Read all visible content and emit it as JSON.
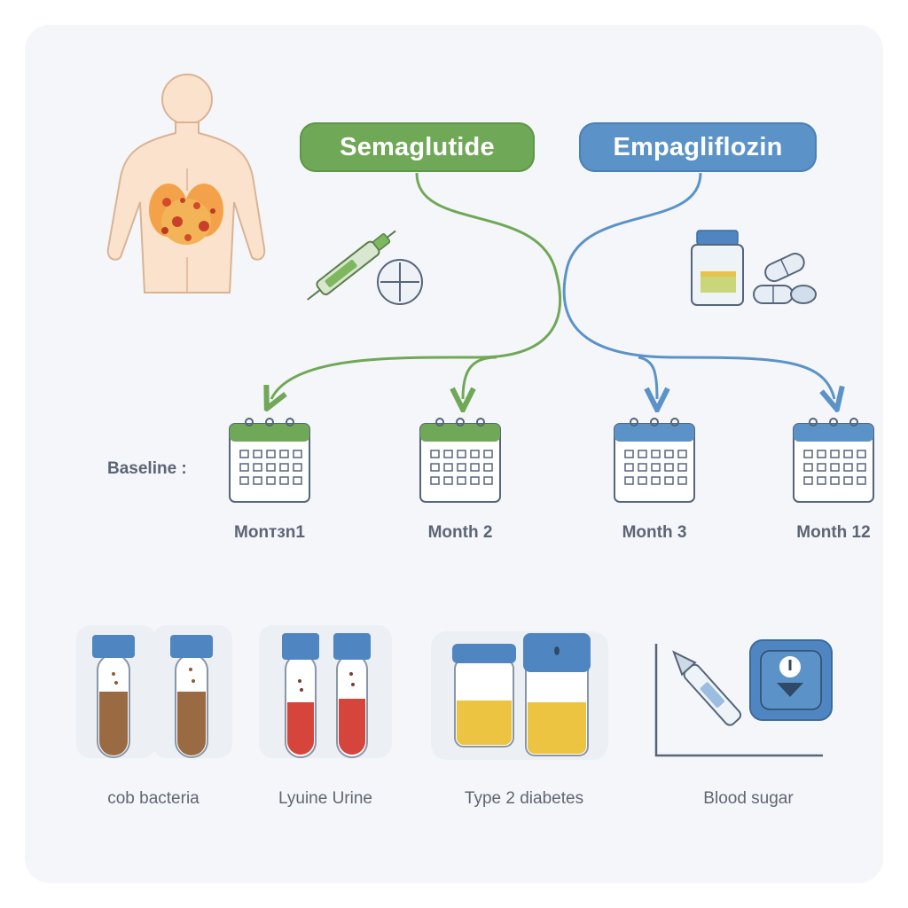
{
  "treatments": [
    {
      "label": "Semaglutide",
      "color": "#6fa856"
    },
    {
      "label": "Empagliflozin",
      "color": "#5b93c9"
    }
  ],
  "timeline": {
    "baseline_label": "Baseline :",
    "points": [
      "Monᴛᴈn1",
      "Month 2",
      "Month 3",
      "Month 12"
    ]
  },
  "samples": [
    {
      "label": "cob bacteria",
      "icon": "stool-tube-icon"
    },
    {
      "label": "Lyuine Urine",
      "icon": "blood-tube-icon"
    },
    {
      "label": "Type 2 diabetes",
      "icon": "urine-cup-icon"
    },
    {
      "label": "Blood sugar",
      "icon": "glucose-meter-icon"
    }
  ],
  "colors": {
    "green": "#6fa856",
    "blue": "#5b93c9",
    "skin": "#fbe2cc",
    "stool": "#9a6a43",
    "blood": "#d6453b",
    "urine": "#ecc441"
  }
}
